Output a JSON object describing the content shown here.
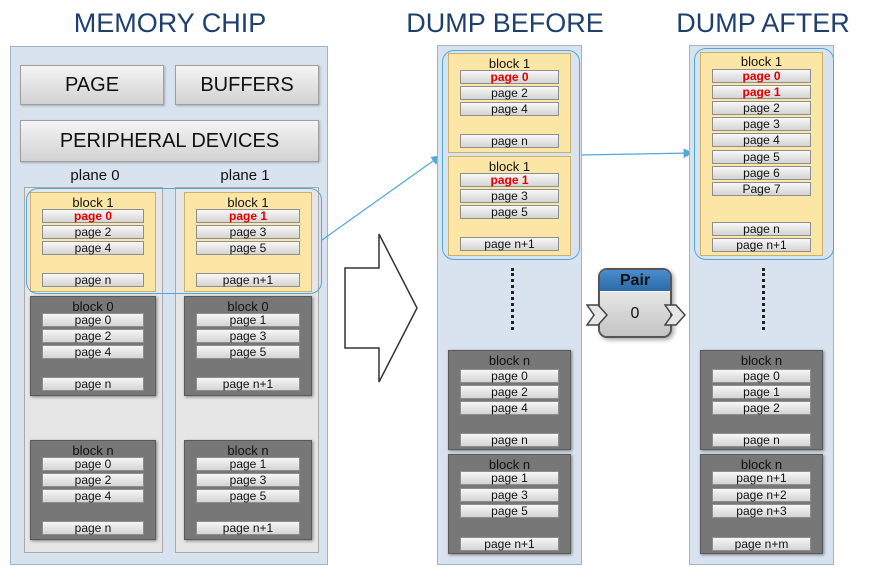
{
  "titles": {
    "memory_chip": "MEMORY CHIP",
    "dump_before": "DUMP BEFORE",
    "dump_after": "DUMP AFTER"
  },
  "chip": {
    "page_button": "PAGE",
    "buffers_button": "BUFFERS",
    "peripheral_button": "PERIPHERAL DEVICES",
    "plane0": "plane 0",
    "plane1": "plane 1",
    "p0": {
      "b1": {
        "title": "block 1",
        "pages": [
          "page 0",
          "page 2",
          "page 4",
          "page n"
        ]
      },
      "b0": {
        "title": "block 0",
        "pages": [
          "page 0",
          "page 2",
          "page 4",
          "page n"
        ]
      },
      "bn": {
        "title": "block n",
        "pages": [
          "page 0",
          "page 2",
          "page 4",
          "page n"
        ]
      }
    },
    "p1": {
      "b1": {
        "title": "block 1",
        "pages": [
          "page 1",
          "page 3",
          "page 5",
          "page n+1"
        ]
      },
      "b0": {
        "title": "block 0",
        "pages": [
          "page 1",
          "page 3",
          "page 5",
          "page n+1"
        ]
      },
      "bn": {
        "title": "block n",
        "pages": [
          "page 1",
          "page 3",
          "page 5",
          "page n+1"
        ]
      }
    }
  },
  "before": {
    "b1a": {
      "title": "block 1",
      "pages": [
        "page 0",
        "page 2",
        "page 4",
        "page n"
      ]
    },
    "b1b": {
      "title": "block 1",
      "pages": [
        "page 1",
        "page 3",
        "page 5",
        "page n+1"
      ]
    },
    "bna": {
      "title": "block n",
      "pages": [
        "page 0",
        "page 2",
        "page 4",
        "page n"
      ]
    },
    "bnb": {
      "title": "block n",
      "pages": [
        "page 1",
        "page 3",
        "page 5",
        "page n+1"
      ]
    }
  },
  "after": {
    "b1": {
      "title": "block 1",
      "pages": [
        "page 0",
        "page 1",
        "page 2",
        "page 3",
        "page 4",
        "page 5",
        "page 6",
        "Page 7",
        "page n",
        "page n+1"
      ]
    },
    "bna": {
      "title": "block n",
      "pages": [
        "page 0",
        "page 1",
        "page 2",
        "page n"
      ]
    },
    "bnb": {
      "title": "block n",
      "pages": [
        "page n+1",
        "page n+2",
        "page n+3",
        "page n+m"
      ]
    }
  },
  "pair": {
    "title": "Pair",
    "value": "0"
  },
  "colors": {
    "accent_blue": "#4fa8d8",
    "highlight_red": "#e00000",
    "title_blue": "#1f3f6e"
  }
}
